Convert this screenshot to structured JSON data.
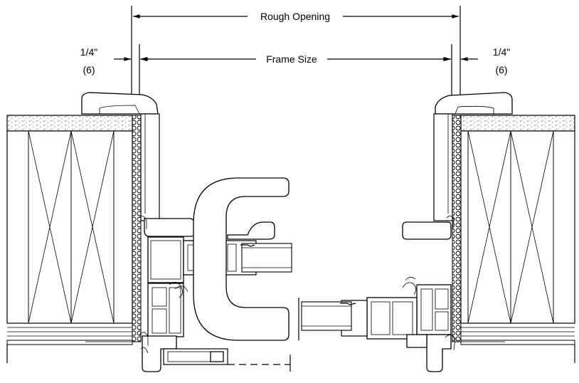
{
  "dimensions": {
    "rough_opening": "Rough Opening",
    "frame_size": "Frame Size",
    "left_gap_imperial": "1/4\"",
    "left_gap_metric": "(6)",
    "right_gap_imperial": "1/4\"",
    "right_gap_metric": "(6)"
  }
}
